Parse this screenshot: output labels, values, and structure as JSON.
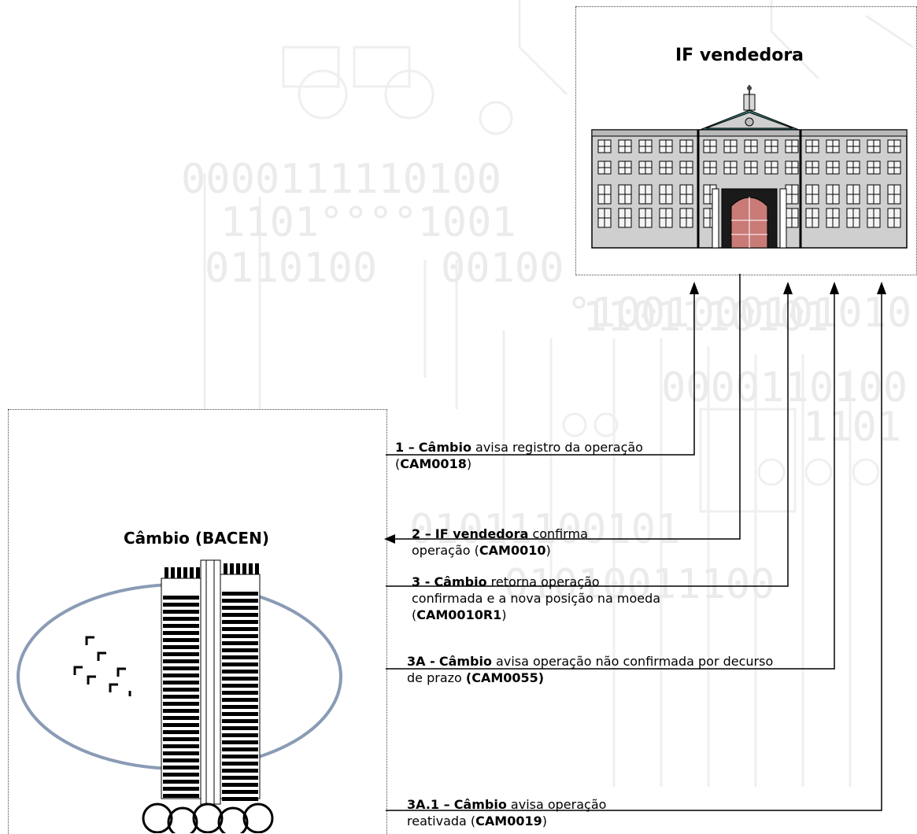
{
  "nodes": {
    "seller": {
      "title": "IF vendedora",
      "icon": "bank-building-icon"
    },
    "bacen": {
      "title": "Câmbio (BACEN)",
      "icon": "bacen-tower-logo-icon"
    }
  },
  "messages": [
    {
      "step": "1 –",
      "actor": "Câmbio",
      "text": " avisa registro da operação (",
      "code": "CAM0018",
      "tail": ")",
      "direction": "to-seller"
    },
    {
      "step": "2 –",
      "actor": "IF vendedora",
      "text": " confirma operação (",
      "code": "CAM0010",
      "tail": ")",
      "direction": "to-bacen"
    },
    {
      "step": "3 -",
      "actor": "Câmbio",
      "text": "  retorna operação confirmada e a nova posição na moeda (",
      "code": "CAM0010R1",
      "tail": ")",
      "direction": "to-seller"
    },
    {
      "step": "3A -",
      "actor": "Câmbio",
      "text": " avisa operação não confirmada por decurso de prazo ",
      "code": "(CAM0055)",
      "tail": "",
      "direction": "to-seller"
    },
    {
      "step": "3A.1 –",
      "actor": "Câmbio",
      "text": " avisa operação reativada (",
      "code": "CAM0019",
      "tail": ")",
      "direction": "to-seller"
    }
  ],
  "background": {
    "binary_rows": [
      "0000111110100",
      "1101°°°°1001",
      "0110100",
      "00100",
      "1101110101",
      "°1001000101010",
      "0000110100",
      "1101",
      "01011100101",
      "01010011100"
    ]
  },
  "colors": {
    "line": "#000000",
    "logo_ring": "#8a9bb5",
    "building": "#cfcfcf",
    "bg_pattern": "#ececec"
  }
}
